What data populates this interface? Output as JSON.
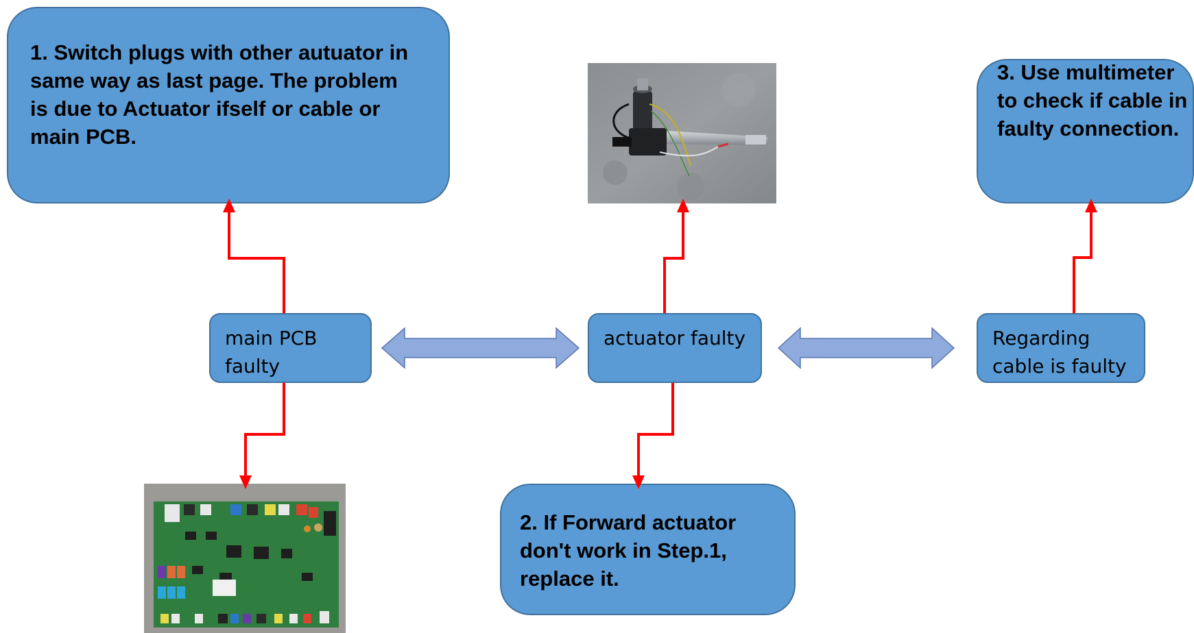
{
  "diagram": {
    "step1": "1. Switch plugs with other autuator in same way as last page. The problem is due to Actuator ifself or cable or main PCB.",
    "step2": "2.  If Forward actuator don't work in Step.1, replace it.",
    "step3": "3. Use multimeter to check if cable in faulty connection.",
    "main_pcb": "main PCB faulty",
    "actuator": "actuator faulty",
    "cable": "Regarding cable is faulty"
  },
  "colors": {
    "box_fill": "#5b9bd5",
    "box_border": "#41719c",
    "connector": "#ff0000",
    "double_arrow": "#8faadc"
  }
}
